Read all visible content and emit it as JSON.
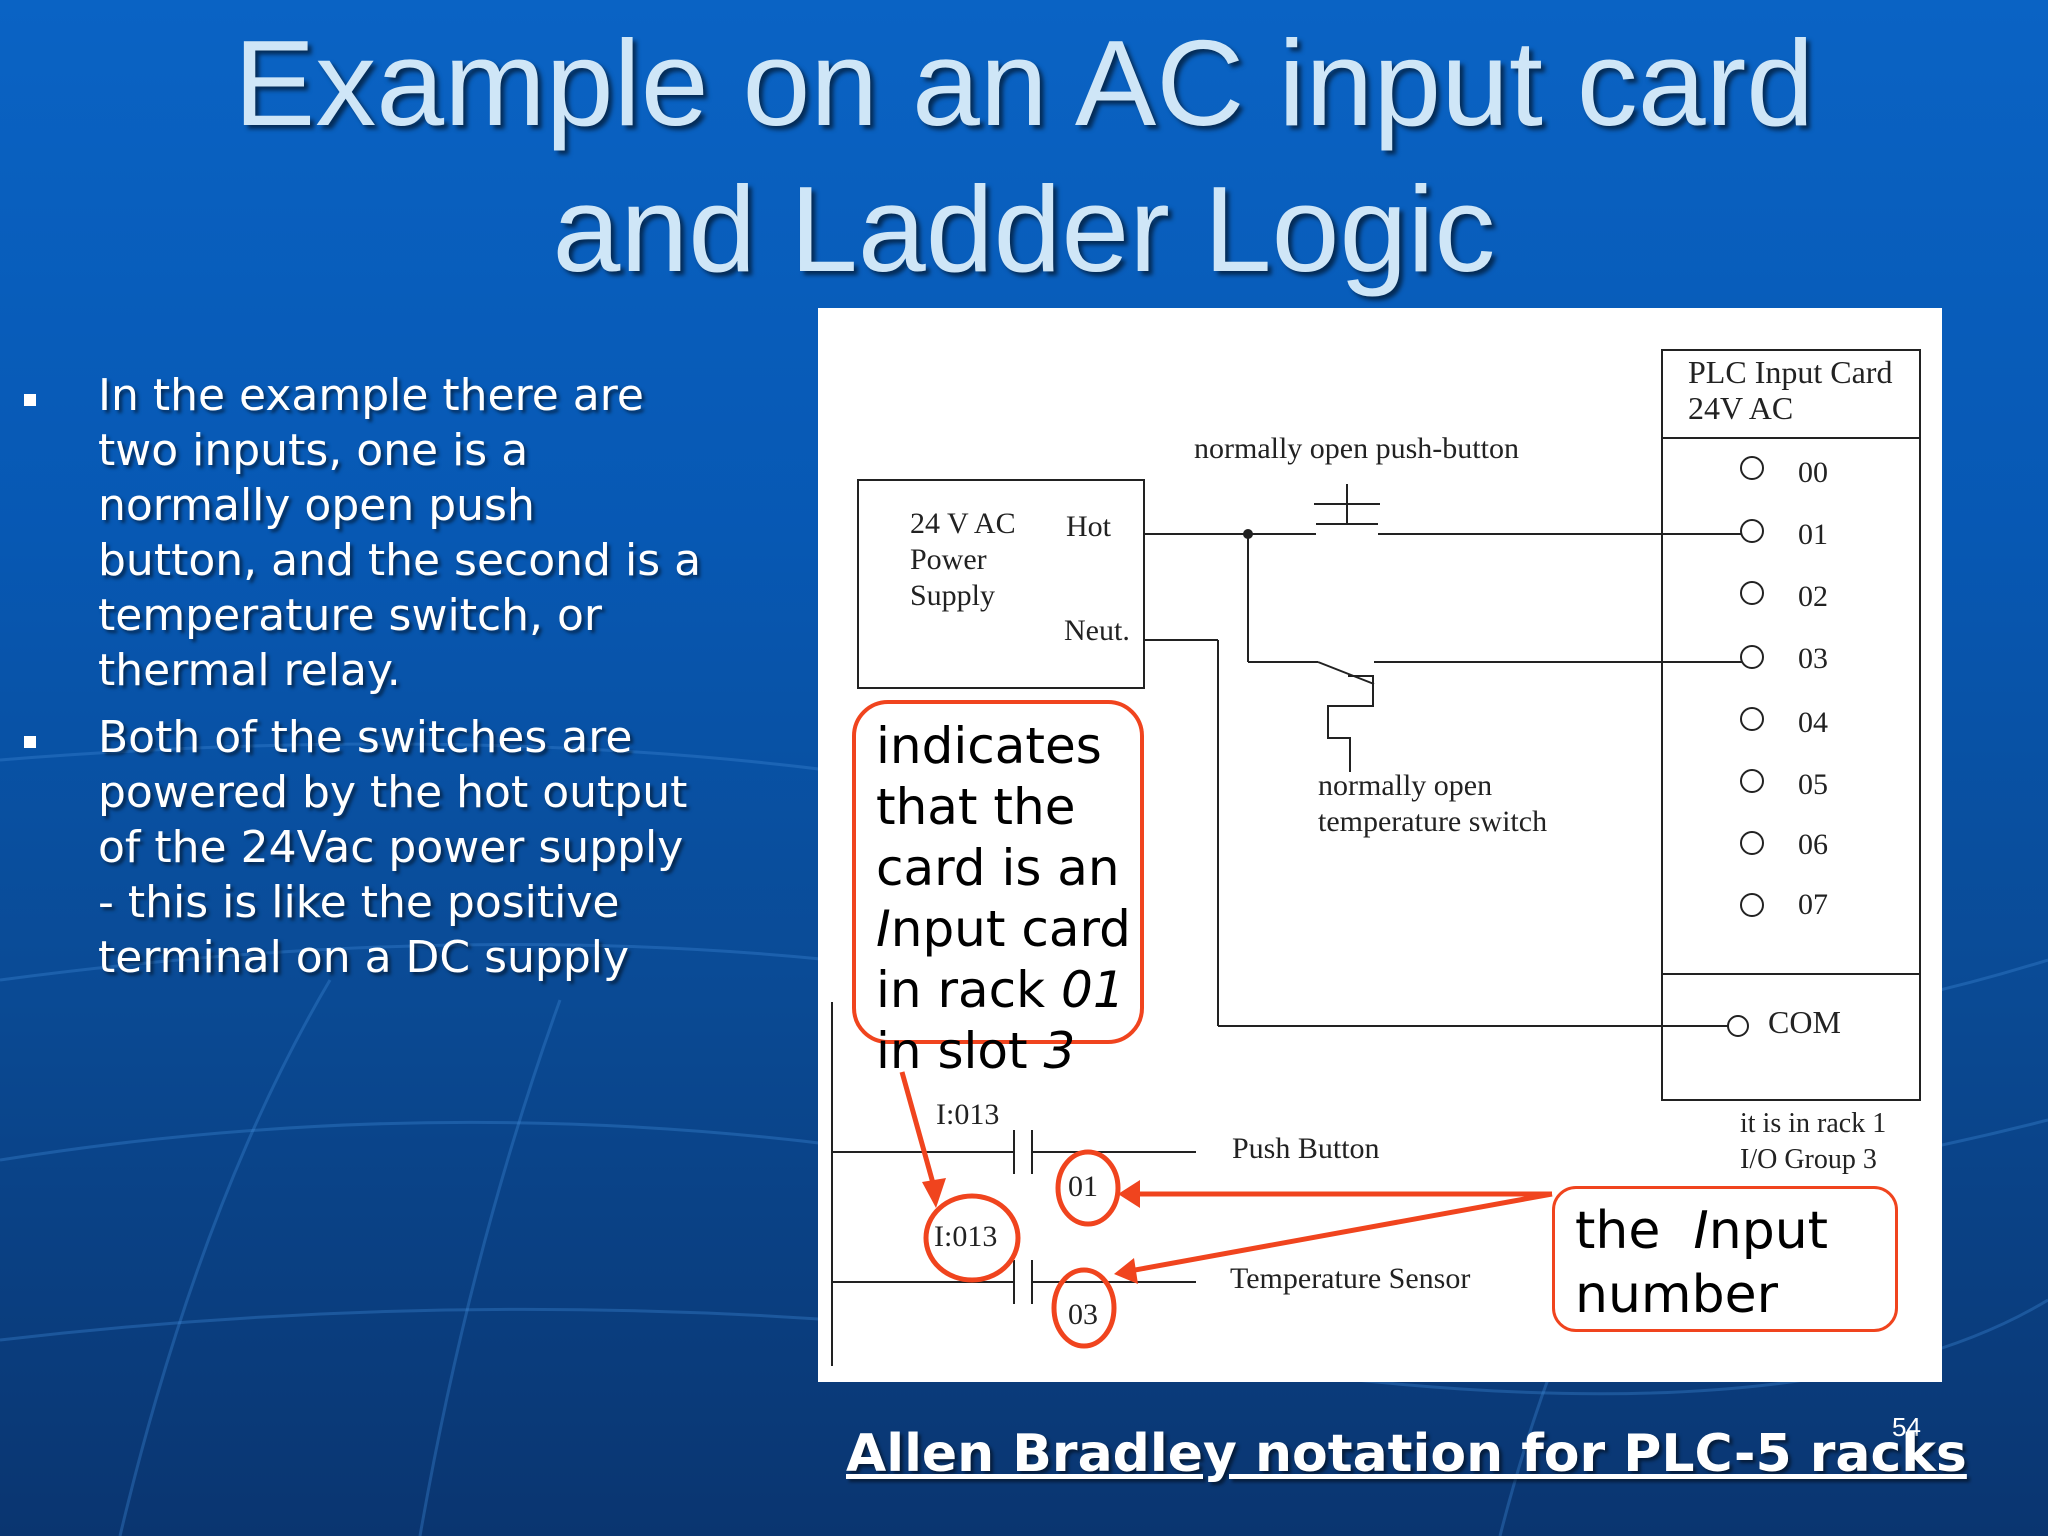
{
  "slide": {
    "title_line1": "Example on an AC input card",
    "title_line2": "and Ladder Logic",
    "bullets": [
      {
        "lines": [
          "In the example there are",
          "two inputs, one is a",
          "normally open push",
          "button, and the second is a",
          "temperature switch, or",
          "thermal relay."
        ]
      },
      {
        "lines": [
          "Both of the switches are",
          "powered by the hot output",
          "of the 24Vac power supply",
          "- this is like the positive",
          "terminal on a DC supply"
        ]
      }
    ],
    "footer": "Allen Bradley notation for PLC-5 racks",
    "page_number": "54"
  },
  "diagram": {
    "card_title_line1": "PLC Input Card",
    "card_title_line2": "24V AC",
    "inputs": [
      "00",
      "01",
      "02",
      "03",
      "04",
      "05",
      "06",
      "07"
    ],
    "com": "COM",
    "supply_line1": "24 V AC",
    "supply_line2": "Power",
    "supply_line3": "Supply",
    "hot": "Hot",
    "neut": "Neut.",
    "pushbutton_label": "normally open push-button",
    "temp_label_line1": "normally open",
    "temp_label_line2": "temperature switch",
    "rack_line1": "it is in rack 1",
    "rack_line2": "I/O Group 3",
    "rung1_address": "I:013",
    "rung1_bit": "01",
    "rung1_label": "Push Button",
    "rung2_address": "I:013",
    "rung2_bit": "03",
    "rung2_label": "Temperature Sensor",
    "callout1": {
      "l1": "indicates",
      "l2": "that the",
      "l3": "card is an",
      "l4_italic": "I",
      "l4_rest": "nput card",
      "l5_pre": "in rack ",
      "l5_italic": "01",
      "l6_pre": "in slot ",
      "l6_italic": "3"
    },
    "callout2": {
      "l1_pre": "the  ",
      "l1_italic": "I",
      "l1_rest": "nput",
      "l2": "number"
    }
  },
  "colors": {
    "callout_red": "#f0441e",
    "title_color": "#cfe6f7"
  }
}
